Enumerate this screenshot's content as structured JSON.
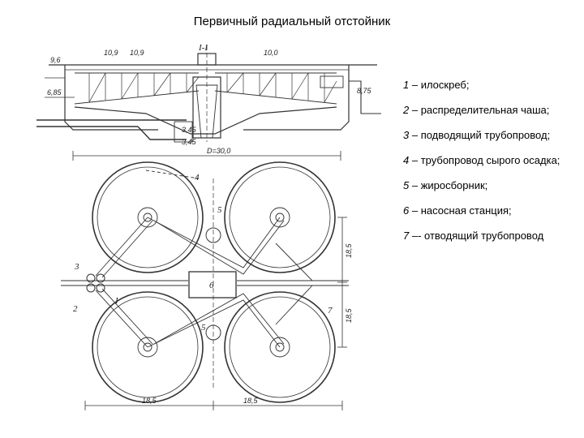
{
  "title": "Первичный радиальный отстойник",
  "section_label": "I-I",
  "section_dims": {
    "d1": "9,6",
    "d2": "6,85",
    "d3": "10,9",
    "d4": "10,9",
    "d5": "10,0",
    "d6": "8,75",
    "d7": "3,45",
    "d8": "3,45",
    "width": "D=30,0"
  },
  "plan_dims": {
    "h1": "18,5",
    "h2": "18,5",
    "v1": "18,5",
    "v2": "18,5"
  },
  "plan_markers": [
    "1",
    "2",
    "3",
    "4",
    "5",
    "5",
    "6",
    "7",
    "I",
    "I"
  ],
  "legend": [
    {
      "num": "1",
      "text": " – илоскреб;"
    },
    {
      "num": "2",
      "text": " – распределительная чаша;"
    },
    {
      "num": "3",
      "text": " – подводящий трубопровод;"
    },
    {
      "num": "4",
      "text": " – трубопровод сырого осадка;"
    },
    {
      "num": "5",
      "text": " – жиросборник;"
    },
    {
      "num": "6",
      "text": " – насосная станция;"
    },
    {
      "num": "7",
      "text": " –- отводящий трубопровод"
    }
  ]
}
